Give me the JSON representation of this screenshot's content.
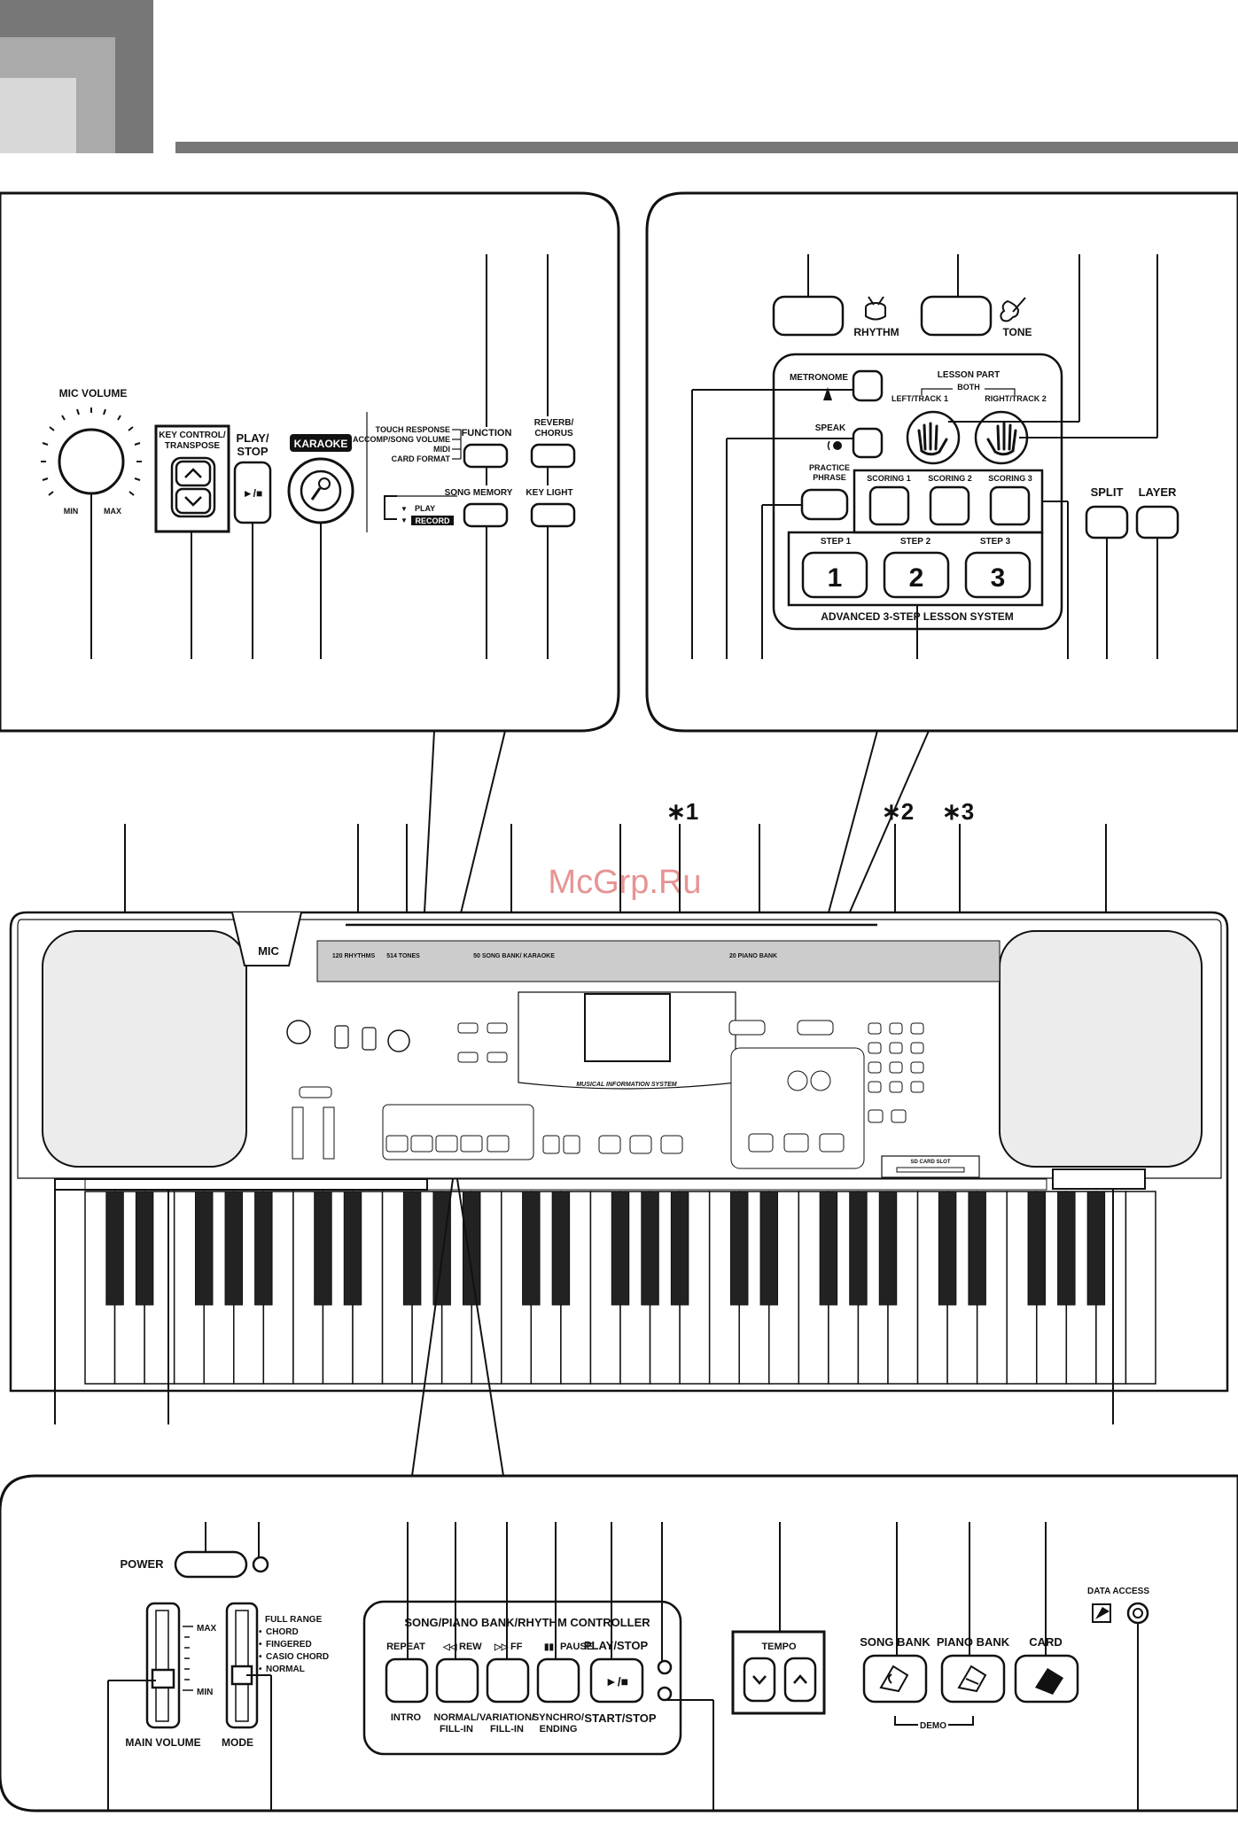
{
  "watermark": "McGrp.Ru",
  "panel_mic": {
    "mic_volume": "MIC VOLUME",
    "min": "MIN",
    "max": "MAX",
    "key_control_1": "KEY CONTROL/",
    "key_control_2": "TRANSPOSE",
    "play": "PLAY/",
    "stop": "STOP",
    "play_stop_symbol": "►/■",
    "karaoke": "KARAOKE",
    "touch_1": "TOUCH RESPONSE",
    "touch_2": "ACCOMP/SONG VOLUME",
    "touch_3": "MIDI",
    "touch_4": "CARD FORMAT",
    "function": "FUNCTION",
    "reverb_1": "REVERB/",
    "reverb_2": "CHORUS",
    "song_memory": "SONG MEMORY",
    "key_light": "KEY LIGHT",
    "play_label": "PLAY",
    "record_label": "RECORD"
  },
  "panel_lesson": {
    "rhythm": "RHYTHM",
    "tone": "TONE",
    "lesson_part": "LESSON PART",
    "both": "BOTH",
    "left": "LEFT/TRACK 1",
    "right": "RIGHT/TRACK 2",
    "metronome": "METRONOME",
    "speak": "SPEAK",
    "practice_1": "PRACTICE",
    "practice_2": "PHRASE",
    "scoring_1": "SCORING 1",
    "scoring_2": "SCORING 2",
    "scoring_3": "SCORING 3",
    "step_1": "STEP 1",
    "step_2": "STEP 2",
    "step_3": "STEP 3",
    "num_1": "1",
    "num_2": "2",
    "num_3": "3",
    "system": "ADVANCED 3-STEP LESSON SYSTEM",
    "split": "SPLIT",
    "layer": "LAYER"
  },
  "keyboard": {
    "note1": "∗1",
    "note2": "∗2",
    "note3": "∗3",
    "mic": "MIC",
    "rhythms": "120 RHYTHMS",
    "tones": "514 TONES",
    "song_bank": "50 SONG BANK/ KARAOKE",
    "piano_bank": "20 PIANO BANK",
    "card_slot": "SD CARD SLOT",
    "mis": "MUSICAL INFORMATION SYSTEM"
  },
  "panel_bottom": {
    "power": "POWER",
    "max": "MAX",
    "min": "MIN",
    "main_volume": "MAIN VOLUME",
    "mode": "MODE",
    "full_range_1": "FULL RANGE",
    "full_range_2": "CHORD",
    "fingered": "FINGERED",
    "casio_chord": "CASIO CHORD",
    "normal": "NORMAL",
    "controller": "SONG/PIANO BANK/RHYTHM CONTROLLER",
    "repeat": "REPEAT",
    "rew": "REW",
    "ff": "FF",
    "pause": "PAUSE",
    "play_stop": "PLAY/STOP",
    "intro": "INTRO",
    "normal_fill_1": "NORMAL/",
    "normal_fill_2": "FILL-IN",
    "variation_1": "VARIATION/",
    "variation_2": "FILL-IN",
    "synchro_1": "SYNCHRO/",
    "synchro_2": "ENDING",
    "start_stop": "START/STOP",
    "play_symbol": "►/■",
    "tempo": "TEMPO",
    "song_bank": "SONG BANK",
    "piano_bank": "PIANO BANK",
    "card": "CARD",
    "demo": "DEMO",
    "data_access": "DATA ACCESS"
  }
}
